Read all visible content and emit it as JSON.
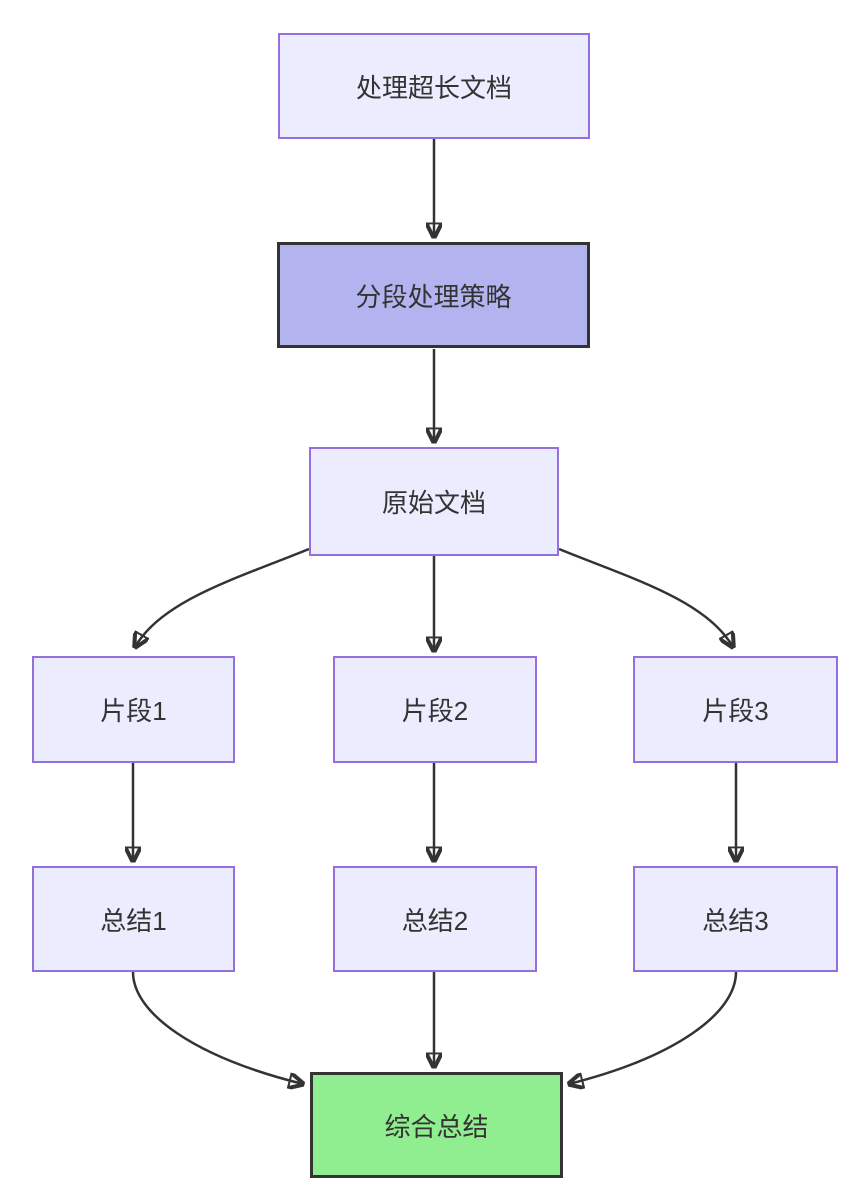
{
  "diagram": {
    "type": "flowchart",
    "direction": "top-down",
    "colors": {
      "background": "#FFFFFF",
      "node_fill": "#ECECFF",
      "node_border": "#9370DB",
      "emphasis_fill": "#B3B3F0",
      "emphasis_border": "#333333",
      "result_fill": "#90EE90",
      "result_border": "#333333",
      "edge": "#333333",
      "text": "#333333"
    },
    "nodes": [
      {
        "id": "start",
        "label": "处理超长文档",
        "style": "default"
      },
      {
        "id": "strategy",
        "label": "分段处理策略",
        "style": "emphasis"
      },
      {
        "id": "original",
        "label": "原始文档",
        "style": "default"
      },
      {
        "id": "frag1",
        "label": "片段1",
        "style": "default"
      },
      {
        "id": "frag2",
        "label": "片段2",
        "style": "default"
      },
      {
        "id": "frag3",
        "label": "片段3",
        "style": "default"
      },
      {
        "id": "sum1",
        "label": "总结1",
        "style": "default"
      },
      {
        "id": "sum2",
        "label": "总结2",
        "style": "default"
      },
      {
        "id": "sum3",
        "label": "总结3",
        "style": "default"
      },
      {
        "id": "final",
        "label": "综合总结",
        "style": "result"
      }
    ],
    "edges": [
      {
        "from": "start",
        "to": "strategy"
      },
      {
        "from": "strategy",
        "to": "original"
      },
      {
        "from": "original",
        "to": "frag1"
      },
      {
        "from": "original",
        "to": "frag2"
      },
      {
        "from": "original",
        "to": "frag3"
      },
      {
        "from": "frag1",
        "to": "sum1"
      },
      {
        "from": "frag2",
        "to": "sum2"
      },
      {
        "from": "frag3",
        "to": "sum3"
      },
      {
        "from": "sum1",
        "to": "final"
      },
      {
        "from": "sum2",
        "to": "final"
      },
      {
        "from": "sum3",
        "to": "final"
      }
    ]
  }
}
